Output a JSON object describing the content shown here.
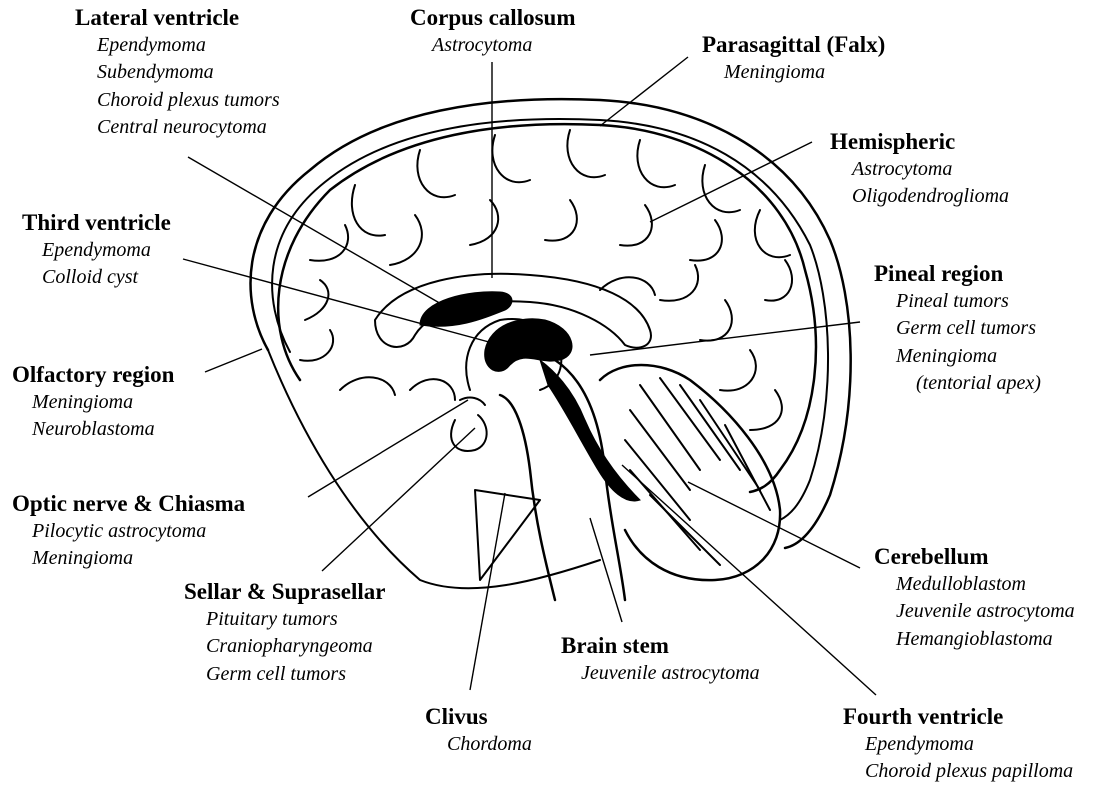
{
  "labels": [
    {
      "id": "lateral-ventricle",
      "title": "Lateral ventricle",
      "items": [
        "Ependymoma",
        "Subendymoma",
        "Choroid plexus tumors",
        "Central neurocytoma"
      ]
    },
    {
      "id": "corpus-callosum",
      "title": "Corpus callosum",
      "items": [
        "Astrocytoma"
      ]
    },
    {
      "id": "parasagittal",
      "title": "Parasagittal (Falx)",
      "items": [
        "Meningioma"
      ]
    },
    {
      "id": "hemispheric",
      "title": "Hemispheric",
      "items": [
        "Astrocytoma",
        "Oligodendroglioma"
      ]
    },
    {
      "id": "third-ventricle",
      "title": "Third ventricle",
      "items": [
        "Ependymoma",
        "Colloid cyst"
      ]
    },
    {
      "id": "pineal-region",
      "title": "Pineal region",
      "items": [
        "Pineal tumors",
        "Germ cell tumors",
        "Meningioma",
        "(tentorial apex)"
      ]
    },
    {
      "id": "olfactory-region",
      "title": "Olfactory region",
      "items": [
        "Meningioma",
        "Neuroblastoma"
      ]
    },
    {
      "id": "optic-nerve-chiasma",
      "title": "Optic nerve & Chiasma",
      "items": [
        "Pilocytic astrocytoma",
        "Meningioma"
      ]
    },
    {
      "id": "sellar-suprasellar",
      "title": "Sellar & Suprasellar",
      "items": [
        "Pituitary tumors",
        "Craniopharyngeoma",
        "Germ cell tumors"
      ]
    },
    {
      "id": "cerebellum",
      "title": "Cerebellum",
      "items": [
        "Medulloblastom",
        "Jeuvenile astrocytoma",
        "Hemangioblastoma"
      ]
    },
    {
      "id": "brain-stem",
      "title": "Brain stem",
      "items": [
        "Jeuvenile astrocytoma"
      ]
    },
    {
      "id": "clivus",
      "title": "Clivus",
      "items": [
        "Chordoma"
      ]
    },
    {
      "id": "fourth-ventricle",
      "title": "Fourth ventricle",
      "items": [
        "Ependymoma",
        "Choroid plexus papilloma"
      ]
    }
  ]
}
